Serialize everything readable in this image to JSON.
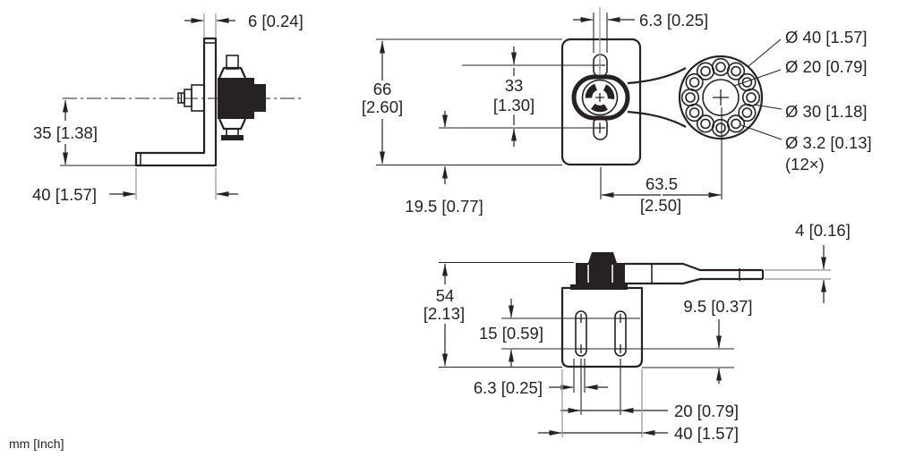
{
  "type": "technical_dimension_drawing",
  "units_note": "mm [Inch]",
  "colors": {
    "ink": "#262224",
    "construction": "#a0a2a5",
    "background": "#ffffff"
  },
  "views": {
    "side_view": {
      "dims": {
        "bracket_thickness": "6 [0.24]",
        "axis_height": "35 [1.38]",
        "base_length": "40 [1.57]"
      }
    },
    "front_view": {
      "dims": {
        "plate_height_mm": "66",
        "plate_height_inch": "[2.60]",
        "slot_center_span_mm": "33",
        "slot_center_span_inch": "[1.30]",
        "slot_width": "6.3 [0.25]",
        "lower_slot_offset": "19.5 [0.77]",
        "arm_center_distance_mm": "63.5",
        "arm_center_distance_inch": "[2.50]"
      },
      "callouts": {
        "outer_diameter": "Ø 40 [1.57]",
        "center_bore": "Ø 20 [0.79]",
        "bolt_circle": "Ø 30 [1.18]",
        "hole_diameter": "Ø 3.2 [0.13]",
        "hole_count": "(12×)"
      }
    },
    "top_view": {
      "dims": {
        "overall_depth_mm": "54",
        "overall_depth_inch": "[2.13]",
        "slot_hole_span": "15 [0.59]",
        "edge_offset": "9.5 [0.37]",
        "slot_width": "6.3 [0.25]",
        "slot_center_distance": "20 [0.79]",
        "plate_width": "40 [1.57]",
        "lever_thickness": "4 [0.16]"
      }
    }
  }
}
